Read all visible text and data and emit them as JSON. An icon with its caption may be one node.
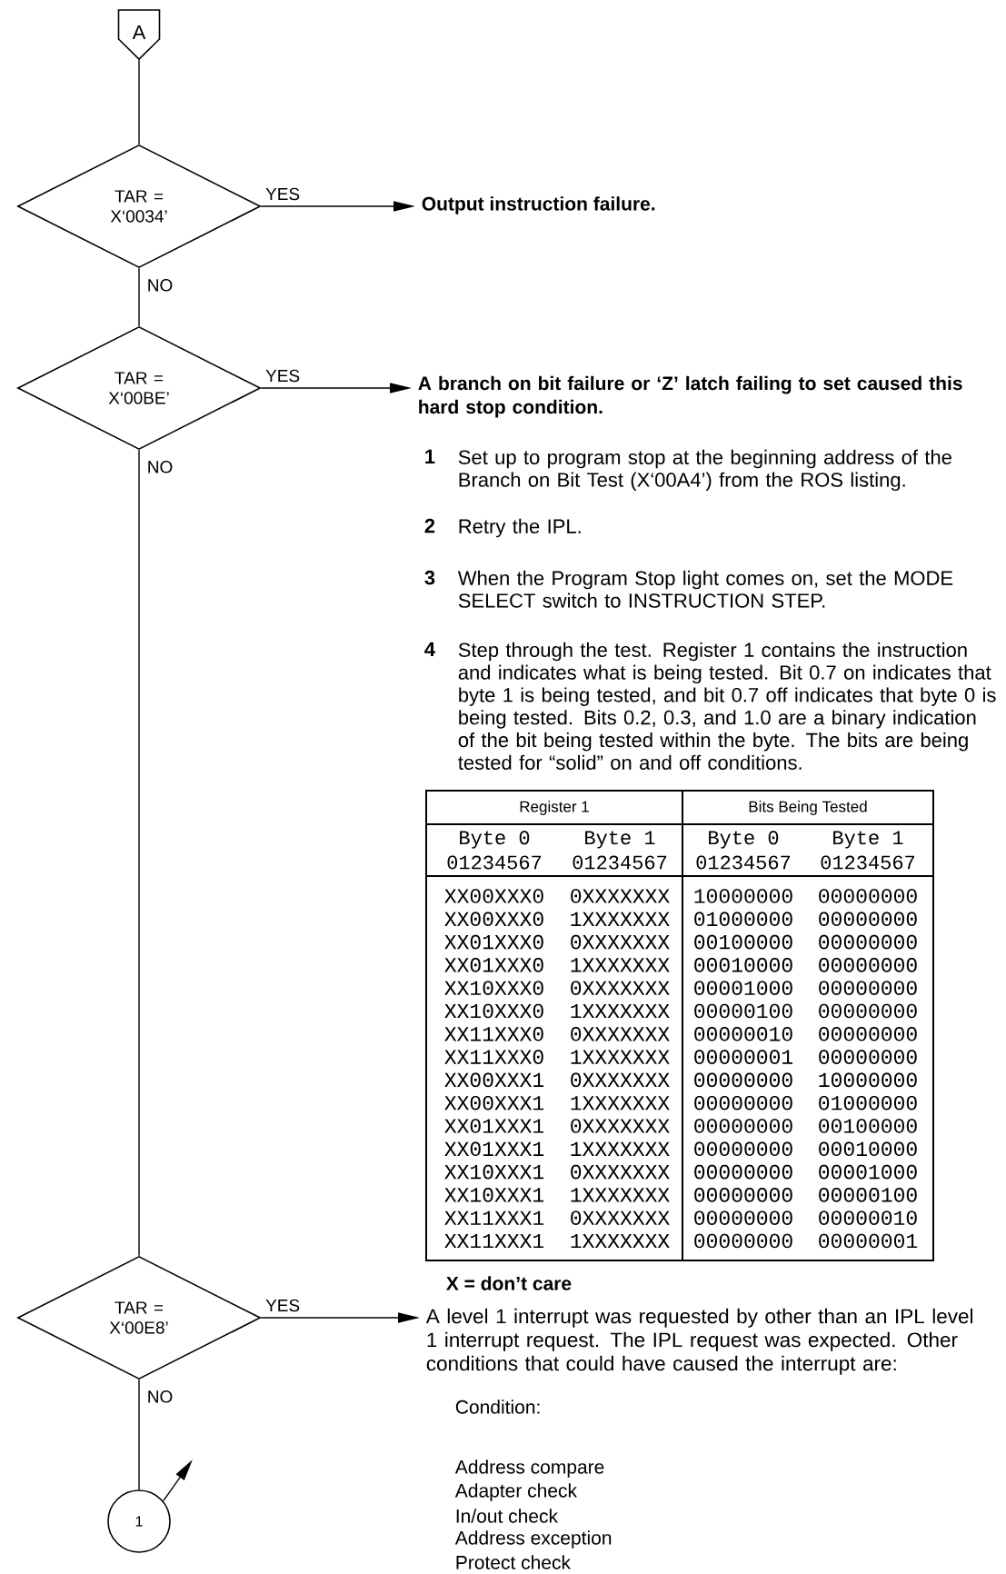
{
  "diagram": {
    "nodes": [
      {
        "text": [
          "A"
        ]
      },
      {
        "text": [
          "TAR = X‘0034’"
        ]
      },
      {
        "text": [
          "Output instruction failure."
        ]
      },
      {
        "text": [
          "TAR = X‘00BE’"
        ]
      },
      {
        "text": [
          "A branch on bit failure or ‘Z’ latch failing to set caused this hard stop condition."
        ]
      },
      {
        "text": [
          "TAR = X‘00E8’"
        ]
      },
      {
        "text": [
          "A level 1 interrupt was requested by other than an IPL level 1 interrupt request. The IPL request was expected. Other conditions that could have caused the interrupt are:"
        ]
      },
      {
        "text": [
          "1"
        ]
      }
    ],
    "edges": [
      {
        "from": 0,
        "to": 1,
        "arrow": "none"
      },
      {
        "from": 1,
        "to": 2,
        "arrow": "to",
        "label": "YES"
      },
      {
        "from": 1,
        "to": 3,
        "arrow": "none",
        "label": "NO"
      },
      {
        "from": 3,
        "to": 4,
        "arrow": "to",
        "label": "YES"
      },
      {
        "from": 3,
        "to": 5,
        "arrow": "none",
        "label": "NO"
      },
      {
        "from": 5,
        "to": 6,
        "arrow": "to",
        "label": "YES"
      },
      {
        "from": 5,
        "to": 7,
        "arrow": "none",
        "label": "NO"
      },
      {
        "from": 7,
        "to": null,
        "arrow": "to"
      }
    ],
    "labels": [
      "1",
      "Set up to program stop at the beginning address of the Branch on Bit Test (X‘00A4’) from the ROS listing.",
      "2",
      "Retry the IPL.",
      "3",
      "When the Program Stop light comes on, set the MODE SELECT switch to INSTRUCTION STEP.",
      "4",
      "Step through the test. Register 1 contains the instruction and indicates what is being tested. Bit 0.7 on indicates that byte 1 is being tested, and bit 0.7 off indicates that byte 0 is being tested. Bits 0.2, 0.3, and 1.0 are a binary indication of the bit being tested within the byte. The bits are being tested for “solid” on and off conditions.",
      "Register 1",
      "Bits Being Tested",
      "Byte 0",
      "Byte 1",
      "Byte 0",
      "Byte 1",
      "01234567",
      "01234567",
      "01234567",
      "01234567",
      "XX00XXX0",
      "0XXXXXXX",
      "10000000",
      "00000000",
      "XX00XXX0",
      "1XXXXXXX",
      "01000000",
      "00000000",
      "XX01XXX0",
      "0XXXXXXX",
      "00100000",
      "00000000",
      "XX01XXX0",
      "1XXXXXXX",
      "00010000",
      "00000000",
      "XX10XXX0",
      "0XXXXXXX",
      "00001000",
      "00000000",
      "XX10XXX0",
      "1XXXXXXX",
      "00000100",
      "00000000",
      "XX11XXX0",
      "0XXXXXXX",
      "00000010",
      "00000000",
      "XX11XXX0",
      "1XXXXXXX",
      "00000001",
      "00000000",
      "XX00XXX1",
      "0XXXXXXX",
      "00000000",
      "10000000",
      "XX00XXX1",
      "1XXXXXXX",
      "00000000",
      "01000000",
      "XX01XXX1",
      "0XXXXXXX",
      "00000000",
      "00100000",
      "XX01XXX1",
      "1XXXXXXX",
      "00000000",
      "00010000",
      "XX10XXX1",
      "0XXXXXXX",
      "00000000",
      "00001000",
      "XX10XXX1",
      "1XXXXXXX",
      "00000000",
      "00000100",
      "XX11XXX1",
      "0XXXXXXX",
      "00000000",
      "00000010",
      "XX11XXX1",
      "1XXXXXXX",
      "00000000",
      "00000001",
      "X = don’t care",
      "Condition:",
      "Address compare",
      "Adapter check",
      "In/out check",
      "Address exception",
      "Protect check"
    ]
  }
}
